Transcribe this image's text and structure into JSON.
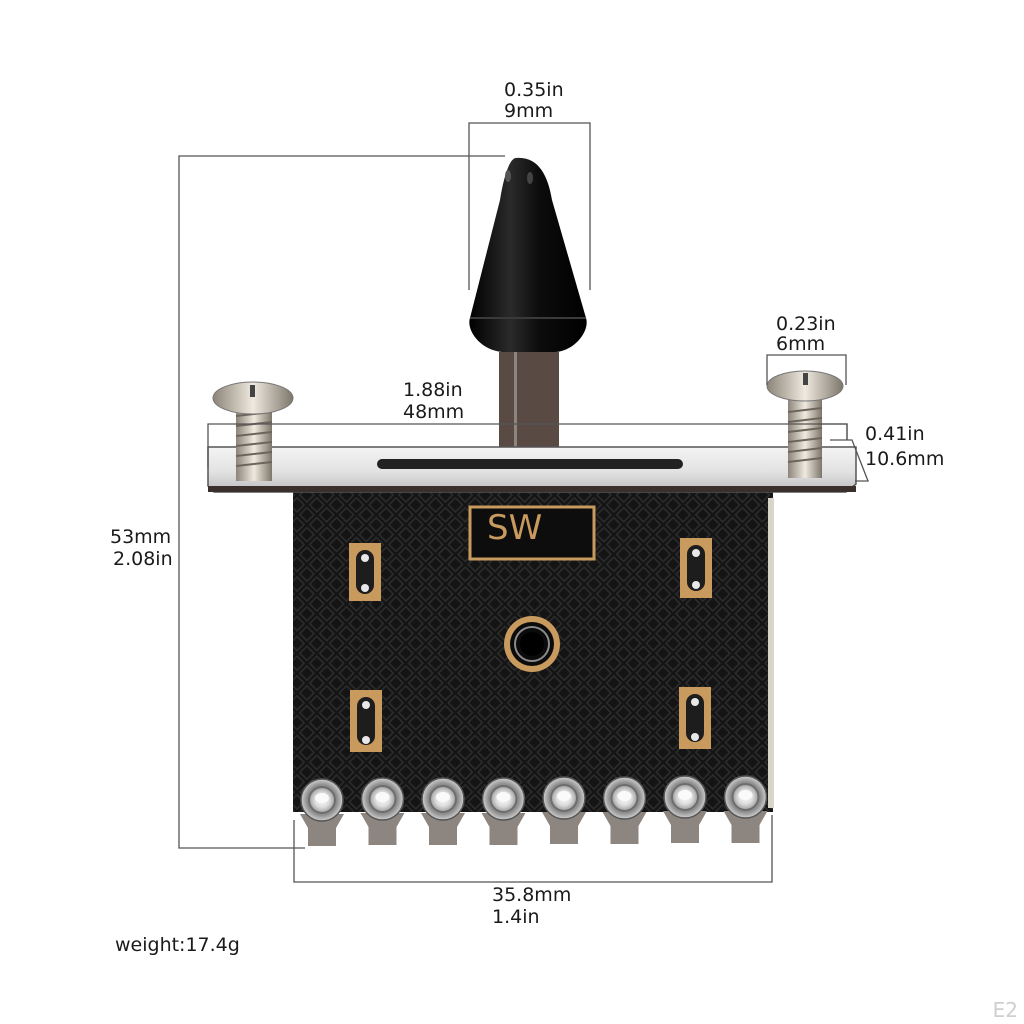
{
  "product": {
    "label": "SW",
    "terminal_count": 8,
    "colors": {
      "board": "#111111",
      "trace_gold": "#c89a5e",
      "plate_chrome": "#dcdcdc",
      "knob": "#0a0a0a",
      "shaft": "#4a3a34"
    }
  },
  "dimensions": {
    "knob_width": {
      "in": "0.35in",
      "mm": "9mm"
    },
    "screw_head": {
      "in": "0.23in",
      "mm": "6mm"
    },
    "plate_height": {
      "in": "0.41in",
      "mm": "10.6mm"
    },
    "plate_length": {
      "in": "1.88in",
      "mm": "48mm"
    },
    "total_height": {
      "mm": "53mm",
      "in": "2.08in"
    },
    "board_width": {
      "mm": "35.8mm",
      "in": "1.4in"
    }
  },
  "weight": "weight:17.4g",
  "watermark": "E2"
}
